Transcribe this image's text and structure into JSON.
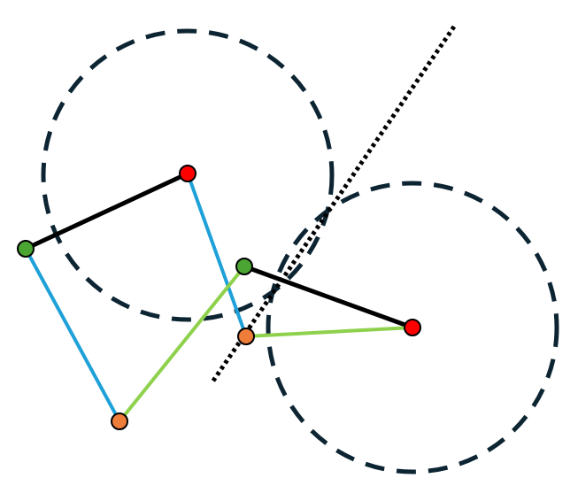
{
  "colors": {
    "background": "#ffffff",
    "circle_outline": "#0d2533",
    "black_segment": "#000000",
    "blue_segment": "#1ea0d8",
    "green_segment": "#8ed14c",
    "red_point": "#ff0000",
    "green_point": "#4aa532",
    "orange_point": "#ef7d3a",
    "point_outline": "#000000",
    "mirror_line": "#000000"
  },
  "figure": {
    "circle_count": 2,
    "points_per_figure": 3,
    "mirror_line_style": "dotted",
    "circle_style": "dashed"
  }
}
